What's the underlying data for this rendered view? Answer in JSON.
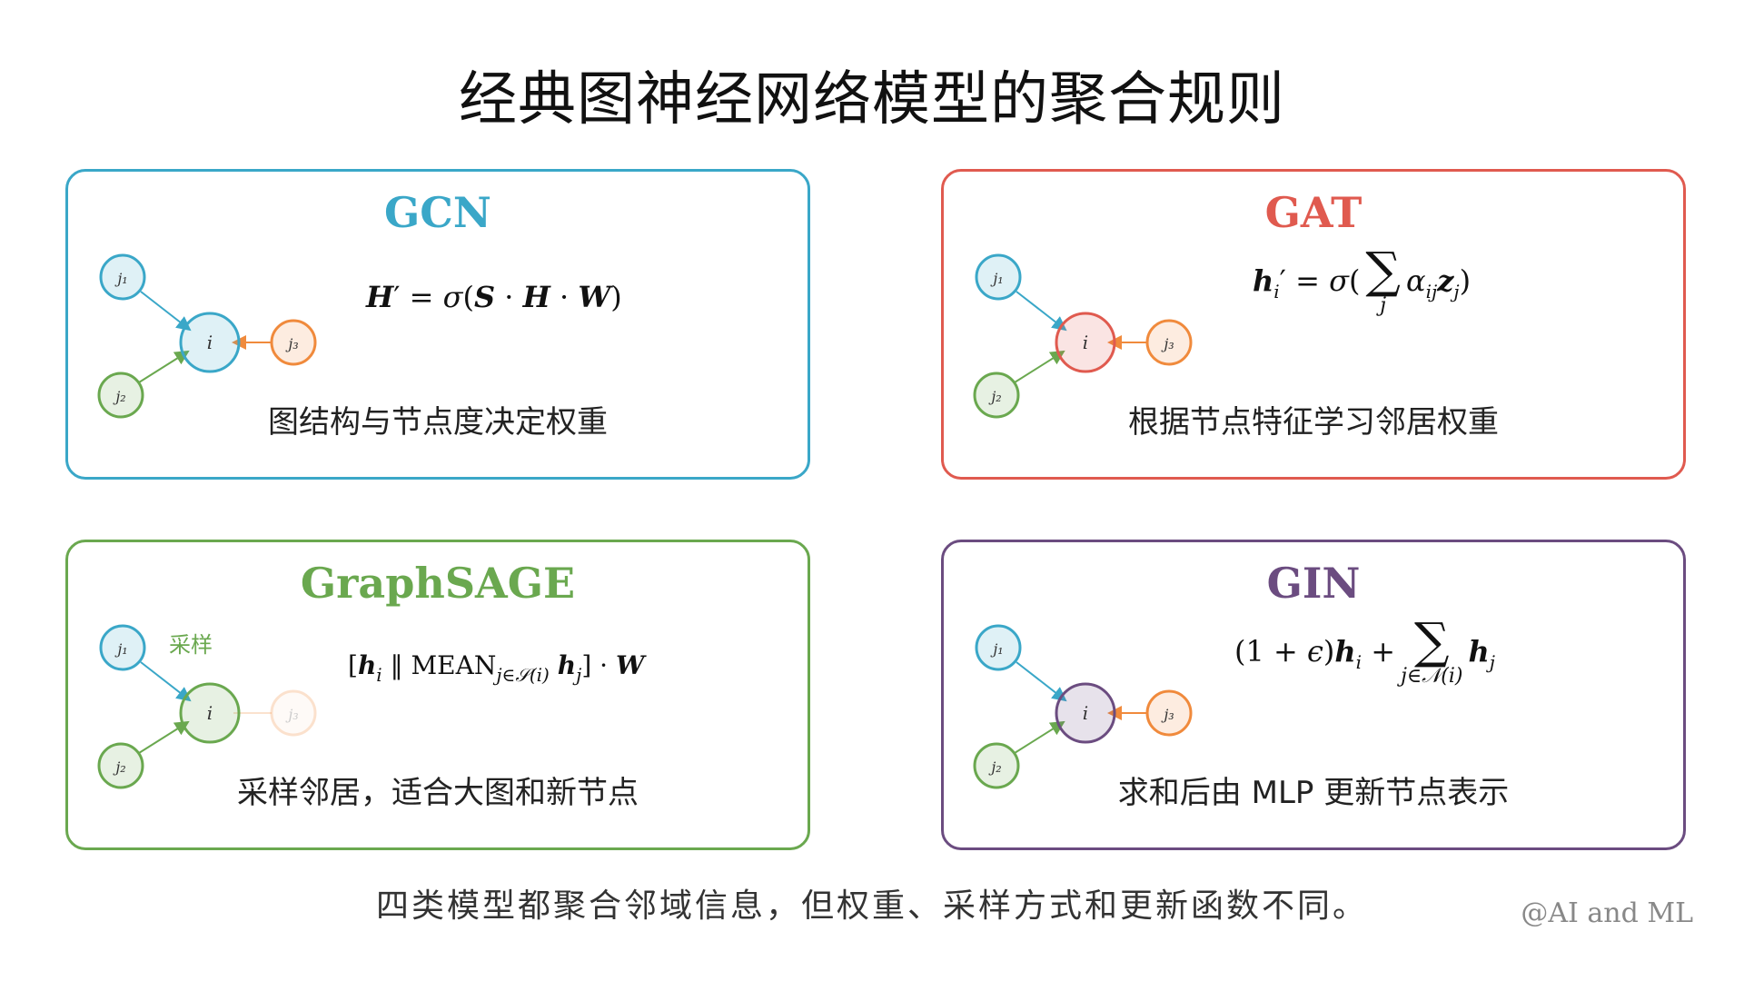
{
  "title": "经典图神经网络模型的聚合规则",
  "colors": {
    "gcn": "#3aa7c8",
    "gat": "#e05a4f",
    "sage": "#6aa84f",
    "gin": "#6b4c80",
    "node_j1": "#3aa7c8",
    "node_j2": "#6aa84f",
    "node_j3": "#f08a3c"
  },
  "node_labels": {
    "i": "i",
    "j1": "j₁",
    "j2": "j₂",
    "j3": "j₃"
  },
  "panels": {
    "gcn": {
      "title": "GCN",
      "caption": "图结构与节点度决定权重"
    },
    "gat": {
      "title": "GAT",
      "caption": "根据节点特征学习邻居权重"
    },
    "sage": {
      "title": "GraphSAGE",
      "sample_label": "采样",
      "caption": "采样邻居，适合大图和新节点"
    },
    "gin": {
      "title": "GIN",
      "caption": "求和后由 MLP 更新节点表示"
    }
  },
  "footer": "四类模型都聚合邻域信息，但权重、采样方式和更新函数不同。",
  "credit": "@AI and ML"
}
